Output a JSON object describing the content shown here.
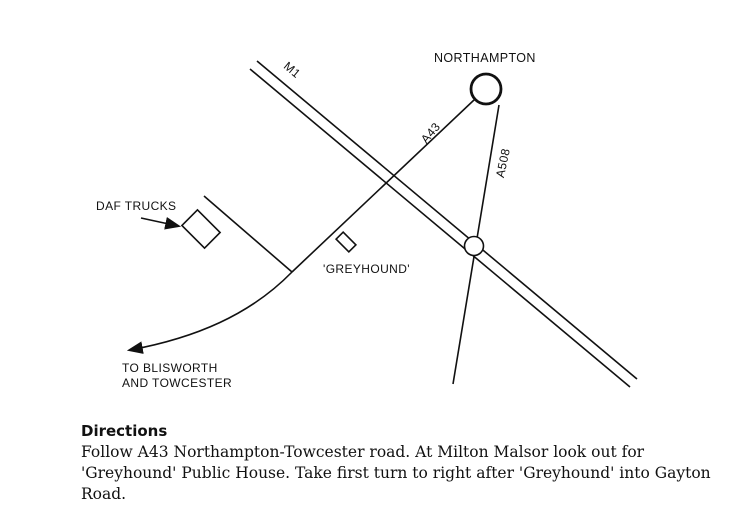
{
  "map": {
    "places": {
      "northampton": "NORTHAMPTON",
      "daf_trucks": "DAF TRUCKS",
      "greyhound": "'GREYHOUND'",
      "destination_line1": "TO BLISWORTH",
      "destination_line2": "AND TOWCESTER"
    },
    "roads": {
      "m1": "M1",
      "a43": "A43",
      "a508": "A508"
    }
  },
  "directions": {
    "heading": "Directions",
    "body": "Follow A43 Northampton-Towcester road. At Milton Malsor look out for 'Greyhound' Public House. Take first turn to right after 'Greyhound' into Gayton Road."
  }
}
